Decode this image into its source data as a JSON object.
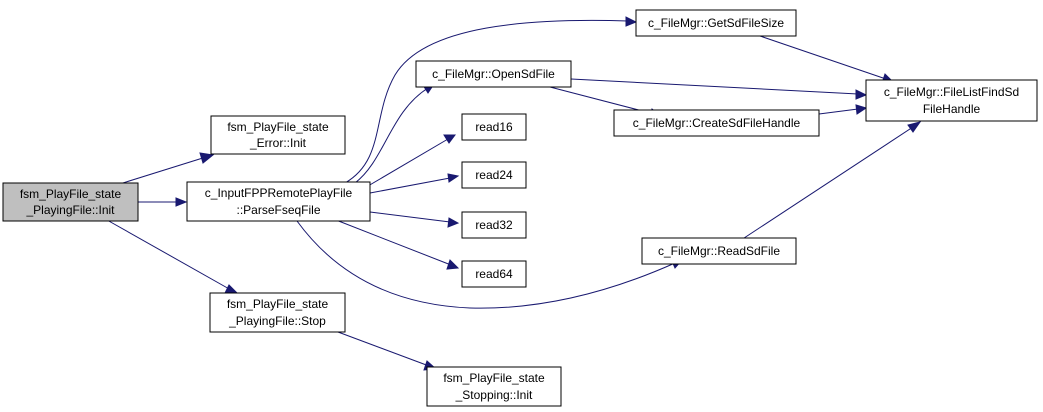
{
  "diagram": {
    "type": "call-graph",
    "colors": {
      "edge": "#191970",
      "root_fill": "#bfbfbf",
      "node_fill": "#ffffff",
      "node_stroke": "#000000"
    },
    "nodes": {
      "root": {
        "lines": [
          "fsm_PlayFile_state",
          "_PlayingFile::Init"
        ]
      },
      "errInit": {
        "lines": [
          "fsm_PlayFile_state",
          "_Error::Init"
        ]
      },
      "parse": {
        "lines": [
          "c_InputFPPRemotePlayFile",
          "::ParseFseqFile"
        ]
      },
      "stop": {
        "lines": [
          "fsm_PlayFile_state",
          "_PlayingFile::Stop"
        ]
      },
      "stopInit": {
        "lines": [
          "fsm_PlayFile_state",
          "_Stopping::Init"
        ]
      },
      "getSize": {
        "lines": [
          "c_FileMgr::GetSdFileSize"
        ]
      },
      "openSd": {
        "lines": [
          "c_FileMgr::OpenSdFile"
        ]
      },
      "read16": {
        "lines": [
          "read16"
        ]
      },
      "read24": {
        "lines": [
          "read24"
        ]
      },
      "read32": {
        "lines": [
          "read32"
        ]
      },
      "read64": {
        "lines": [
          "read64"
        ]
      },
      "createSd": {
        "lines": [
          "c_FileMgr::CreateSdFileHandle"
        ]
      },
      "readSd": {
        "lines": [
          "c_FileMgr::ReadSdFile"
        ]
      },
      "findSd": {
        "lines": [
          "c_FileMgr::FileListFindSd",
          "FileHandle"
        ]
      }
    },
    "edges": [
      [
        "root",
        "errInit"
      ],
      [
        "root",
        "parse"
      ],
      [
        "root",
        "stop"
      ],
      [
        "stop",
        "stopInit"
      ],
      [
        "parse",
        "getSize"
      ],
      [
        "parse",
        "openSd"
      ],
      [
        "parse",
        "read16"
      ],
      [
        "parse",
        "read24"
      ],
      [
        "parse",
        "read32"
      ],
      [
        "parse",
        "read64"
      ],
      [
        "parse",
        "readSd"
      ],
      [
        "openSd",
        "createSd"
      ],
      [
        "openSd",
        "findSd"
      ],
      [
        "getSize",
        "findSd"
      ],
      [
        "createSd",
        "findSd"
      ],
      [
        "readSd",
        "findSd"
      ]
    ]
  }
}
